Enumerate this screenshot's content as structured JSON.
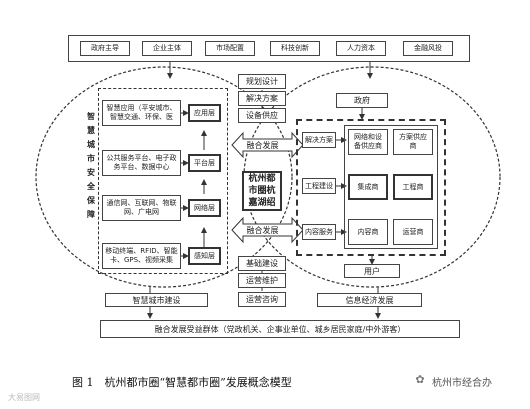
{
  "top_row": [
    "政府主导",
    "企业主体",
    "市场配置",
    "科技创新",
    "人力资本",
    "金融风投"
  ],
  "left_vertical_title": "智慧城市安全保障",
  "left_layers": [
    {
      "desc": "智慧应用（平安城市、智慧交通、环保、医",
      "layer": "应用层"
    },
    {
      "desc": "公共服务平台、电子政务平台、数据中心",
      "layer": "平台层"
    },
    {
      "desc": "通信网、互联网、物联网、广电网",
      "layer": "网络层"
    },
    {
      "desc": "移动终端、RFID、智能卡、GPS、视频采集",
      "layer": "感知层"
    }
  ],
  "center_top": [
    "规划设计",
    "解决方案",
    "设备供应"
  ],
  "center_fusion_top": "融合发展",
  "center_title": "杭州都市圈杭嘉湖绍",
  "center_fusion_bottom": "融合发展",
  "center_bottom": [
    "基础建设",
    "运营维护",
    "运营咨询"
  ],
  "right": {
    "government": "政府",
    "left_labels": [
      "解决方案",
      "工程建设",
      "内容服务"
    ],
    "grid": [
      "网络和设备供应商",
      "方案供应商",
      "集成商",
      "工程商",
      "内容商",
      "运营商"
    ],
    "user": "用户"
  },
  "bottom_left": "智慧城市建设",
  "bottom_right": "信息经济发展",
  "bottom_bar": "融合发展受益群体（党政机关、企事业单位、城乡居民家庭/中外游客）",
  "caption": "图 1　杭州都市圈“智慧都市圈”发展概念模型",
  "watermark_left": "大易图网",
  "watermark_right": "杭州市经合办"
}
